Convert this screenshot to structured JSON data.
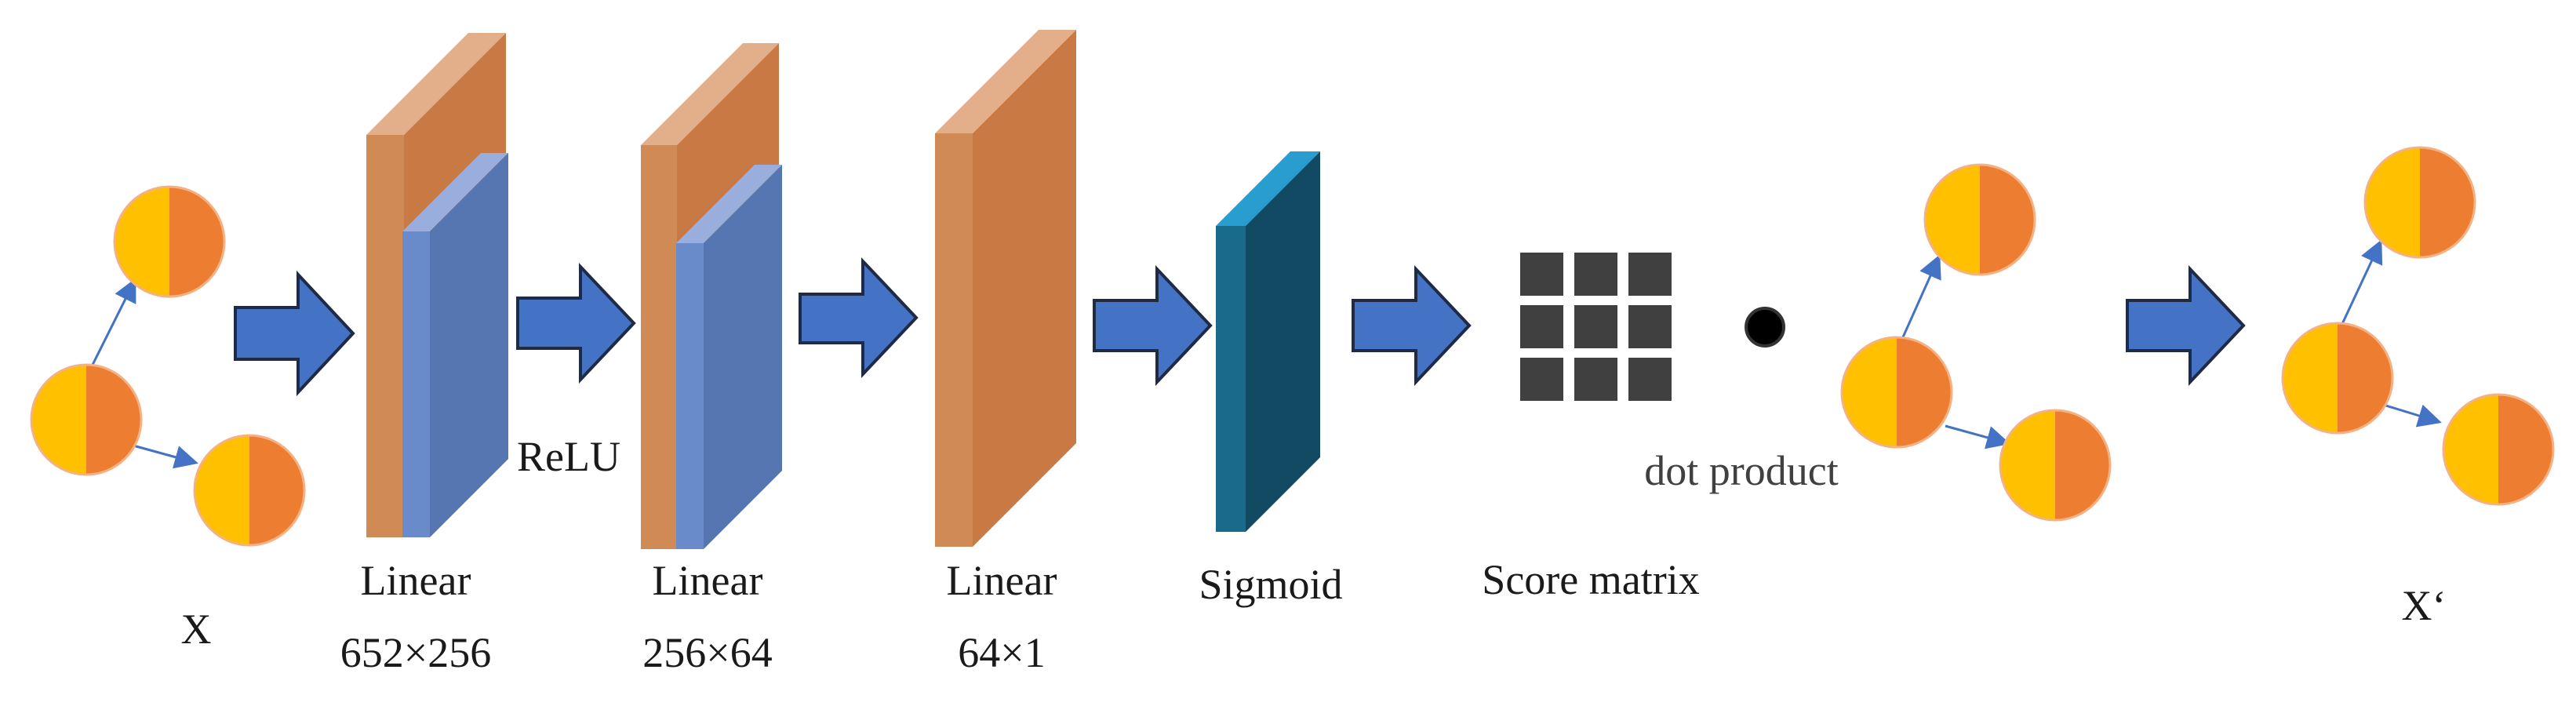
{
  "input_label": "X",
  "output_label": "X‘",
  "layers": [
    {
      "name": "Linear",
      "dims": "652×256"
    },
    {
      "name": "Linear",
      "dims": "256×64"
    },
    {
      "name": "Linear",
      "dims": "64×1"
    }
  ],
  "activation_relu": "ReLU",
  "activation_sigmoid": "Sigmoid",
  "score_matrix_label": "Score matrix",
  "dot_product_label": "dot product",
  "colors": {
    "node_left": "#FFC000",
    "node_right": "#ED7D31",
    "node_stroke": "#F4B183",
    "arrow_fill": "#4472C4",
    "arrow_stroke": "#1F2A44",
    "orange_front": "#D08A56",
    "orange_side": "#C97A44",
    "orange_top": "#E3AF8A",
    "blue_front": "#6A8BC9",
    "blue_side": "#5676B2",
    "blue_top": "#99AEDC",
    "sigmoid_front": "#1A6A8C",
    "sigmoid_side": "#124A63",
    "sigmoid_top": "#2A9DD0",
    "matrix_cell": "#404040",
    "dot": "#000000",
    "edge": "#4472C4"
  }
}
